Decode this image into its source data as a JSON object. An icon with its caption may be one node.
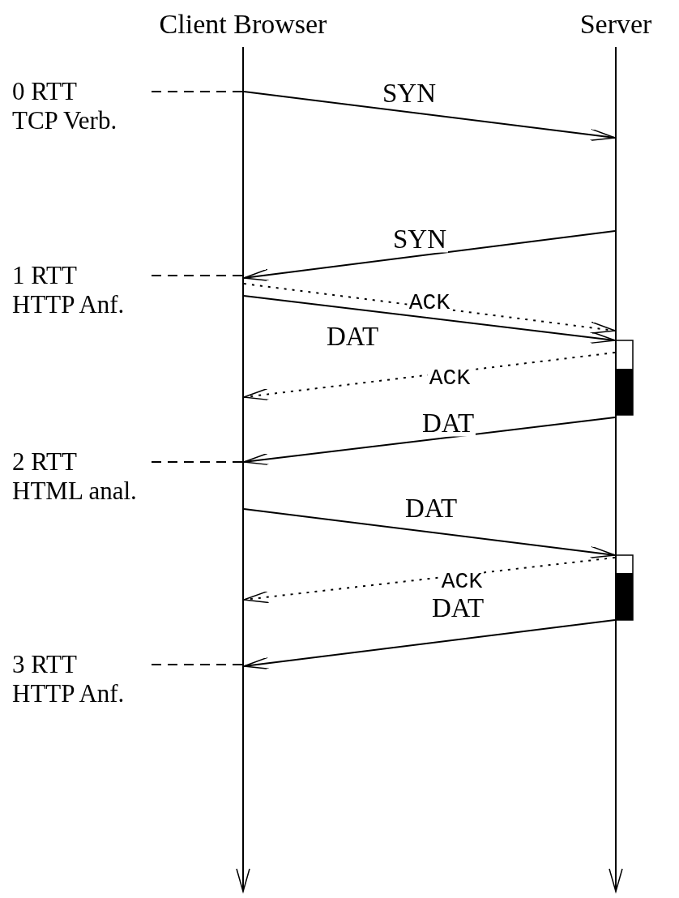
{
  "diagram": {
    "nodes": [
      {
        "text": [
          "Client Browser"
        ]
      },
      {
        "text": [
          "Server"
        ]
      },
      {
        "text": [
          "0 RTT",
          "TCP Verb."
        ]
      },
      {
        "text": [
          "1 RTT",
          "HTTP Anf."
        ]
      },
      {
        "text": [
          "2 RTT",
          "HTML anal."
        ]
      },
      {
        "text": [
          "3 RTT",
          "HTTP Anf."
        ]
      }
    ],
    "edges": [
      {
        "from": 0,
        "to": 1,
        "arrow": "to",
        "label": "SYN"
      },
      {
        "from": 1,
        "to": 0,
        "arrow": "to",
        "label": "SYN"
      },
      {
        "from": 0,
        "to": 1,
        "arrow": "to",
        "label": "ACK",
        "style": "dashed"
      },
      {
        "from": 0,
        "to": 1,
        "arrow": "to",
        "label": "DAT"
      },
      {
        "from": 1,
        "to": 0,
        "arrow": "to",
        "label": "ACK",
        "style": "dashed"
      },
      {
        "from": 1,
        "to": 0,
        "arrow": "to",
        "label": "DAT"
      },
      {
        "from": 0,
        "to": 1,
        "arrow": "to",
        "label": "DAT"
      },
      {
        "from": 1,
        "to": 0,
        "arrow": "to",
        "label": "ACK",
        "style": "dashed"
      },
      {
        "from": 1,
        "to": 0,
        "arrow": "to",
        "label": "DAT"
      },
      {
        "from": 2,
        "to": 0,
        "arrow": "none",
        "style": "dashed"
      },
      {
        "from": 3,
        "to": 0,
        "arrow": "none",
        "style": "dashed"
      },
      {
        "from": 4,
        "to": 0,
        "arrow": "none",
        "style": "dashed"
      },
      {
        "from": 5,
        "to": 0,
        "arrow": "none",
        "style": "dashed"
      }
    ]
  }
}
